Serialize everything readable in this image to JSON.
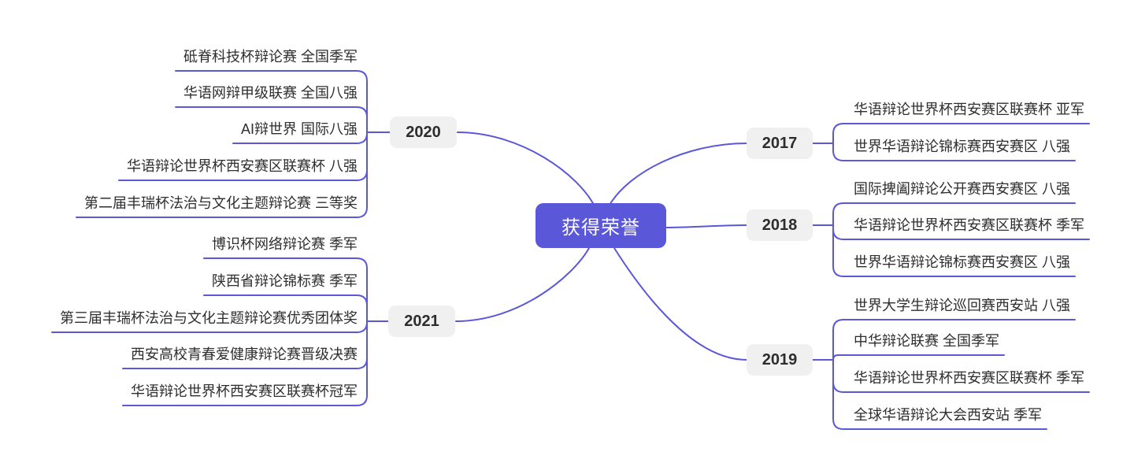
{
  "title": "获得荣誉",
  "colors": {
    "accent_line": "#5B57D9",
    "central_bg": "#5B57D9",
    "central_text": "#FFFFFF",
    "year_bg": "#F0F0F1",
    "year_text": "#2D2D2D",
    "leaf_text": "#2E2E2E"
  },
  "branches": [
    {
      "year": "2020",
      "items": [
        "砥脊科技杯辩论赛 全国季军",
        "华语网辩甲级联赛 全国八强",
        "AI辩世界 国际八强",
        "华语辩论世界杯西安赛区联赛杯 八强",
        "第二届丰瑞杯法治与文化主题辩论赛 三等奖"
      ]
    },
    {
      "year": "2021",
      "items": [
        "博识杯网络辩论赛 季军",
        "陕西省辩论锦标赛 季军",
        "第三届丰瑞杯法治与文化主题辩论赛优秀团体奖",
        "西安高校青春爱健康辩论赛晋级决赛",
        "华语辩论世界杯西安赛区联赛杯冠军"
      ]
    },
    {
      "year": "2017",
      "items": [
        "华语辩论世界杯西安赛区联赛杯 亚军",
        "世界华语辩论锦标赛西安赛区 八强"
      ]
    },
    {
      "year": "2018",
      "items": [
        "国际捭阖辩论公开赛西安赛区 八强",
        "华语辩论世界杯西安赛区联赛杯 季军",
        "世界华语辩论锦标赛西安赛区 八强"
      ]
    },
    {
      "year": "2019",
      "items": [
        "世界大学生辩论巡回赛西安站 八强",
        "中华辩论联赛 全国季军",
        "华语辩论世界杯西安赛区联赛杯 季军",
        "全球华语辩论大会西安站 季军"
      ]
    }
  ]
}
